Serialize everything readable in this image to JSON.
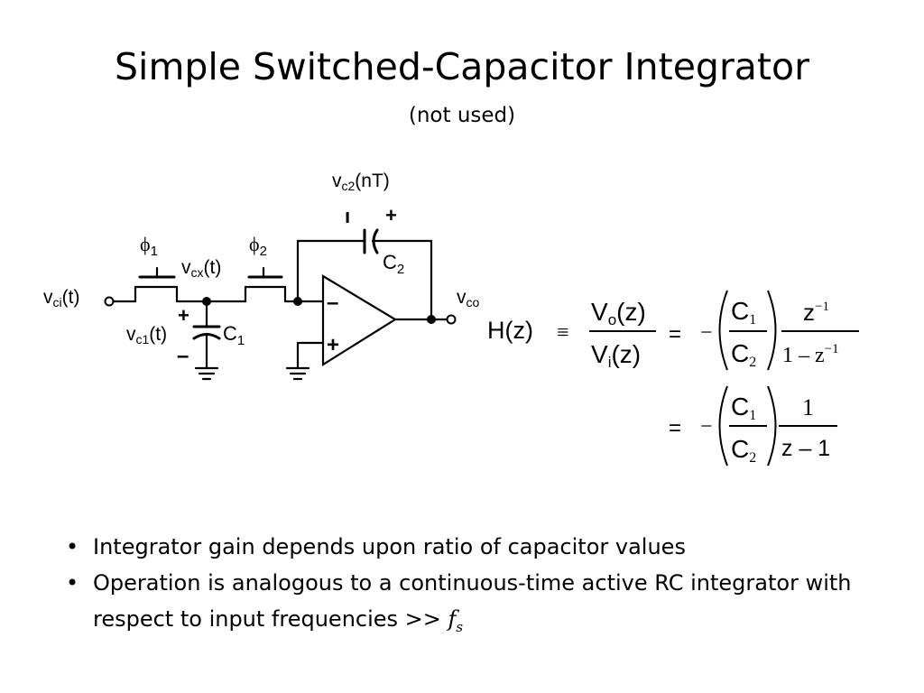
{
  "slide": {
    "title": "Simple Switched-Capacitor Integrator",
    "subtitle": "(not used)"
  },
  "circuit": {
    "vci": "v",
    "vci_sub": "ci",
    "vci_arg": "(t)",
    "vc1": "v",
    "vc1_sub": "c1",
    "vc1_arg": "(t)",
    "vcx": "v",
    "vcx_sub": "cx",
    "vcx_arg": "(t)",
    "vc2": "v",
    "vc2_sub": "c2",
    "vc2_arg": "(nT)",
    "vco": "v",
    "vco_sub": "co",
    "phi1": "ϕ",
    "phi1_sub": "1",
    "phi2": "ϕ",
    "phi2_sub": "2",
    "c1": "C",
    "c1_sub": "1",
    "c2": "C",
    "c2_sub": "2",
    "plus": "+",
    "minus": "–"
  },
  "equation": {
    "lhs": "H(z)",
    "equiv": "≡",
    "num_v": "V",
    "num_sub": "o",
    "num_arg": "(z)",
    "den_v": "V",
    "den_sub": "i",
    "den_arg": "(z)",
    "equals": "=",
    "minus": "−",
    "c": "C",
    "c1_sub": "1",
    "c2_sub": "2",
    "r1_num": "z",
    "r1_num_exp": "−1",
    "r1_den": "1 – z",
    "r1_den_exp": "−1",
    "r2_num": "1",
    "r2_den": "z – 1"
  },
  "bullets": {
    "item1": "Integrator gain depends upon ratio of capacitor values",
    "item2": "Operation is analogous to a continuous-time active RC integrator with respect to input frequencies >>",
    "fs": "f",
    "fs_sub": "s"
  }
}
